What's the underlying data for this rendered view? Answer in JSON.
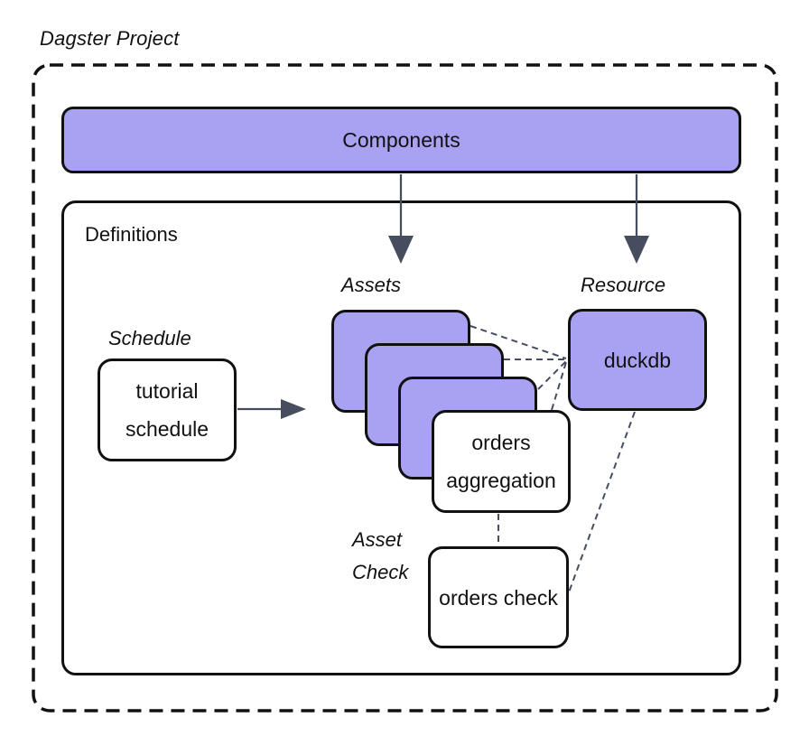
{
  "project": {
    "label": "Dagster Project"
  },
  "components": {
    "label": "Components"
  },
  "definitions": {
    "label": "Definitions"
  },
  "schedule": {
    "caption": "Schedule",
    "node": "tutorial schedule"
  },
  "assets": {
    "caption": "Assets",
    "node": "orders aggregation"
  },
  "resource": {
    "caption": "Resource",
    "node": "duckdb"
  },
  "asset_check": {
    "caption": "Asset Check",
    "node": "orders check"
  },
  "colors": {
    "purple": "#a9a1f2",
    "ink": "#111111",
    "line": "#454d5f"
  }
}
